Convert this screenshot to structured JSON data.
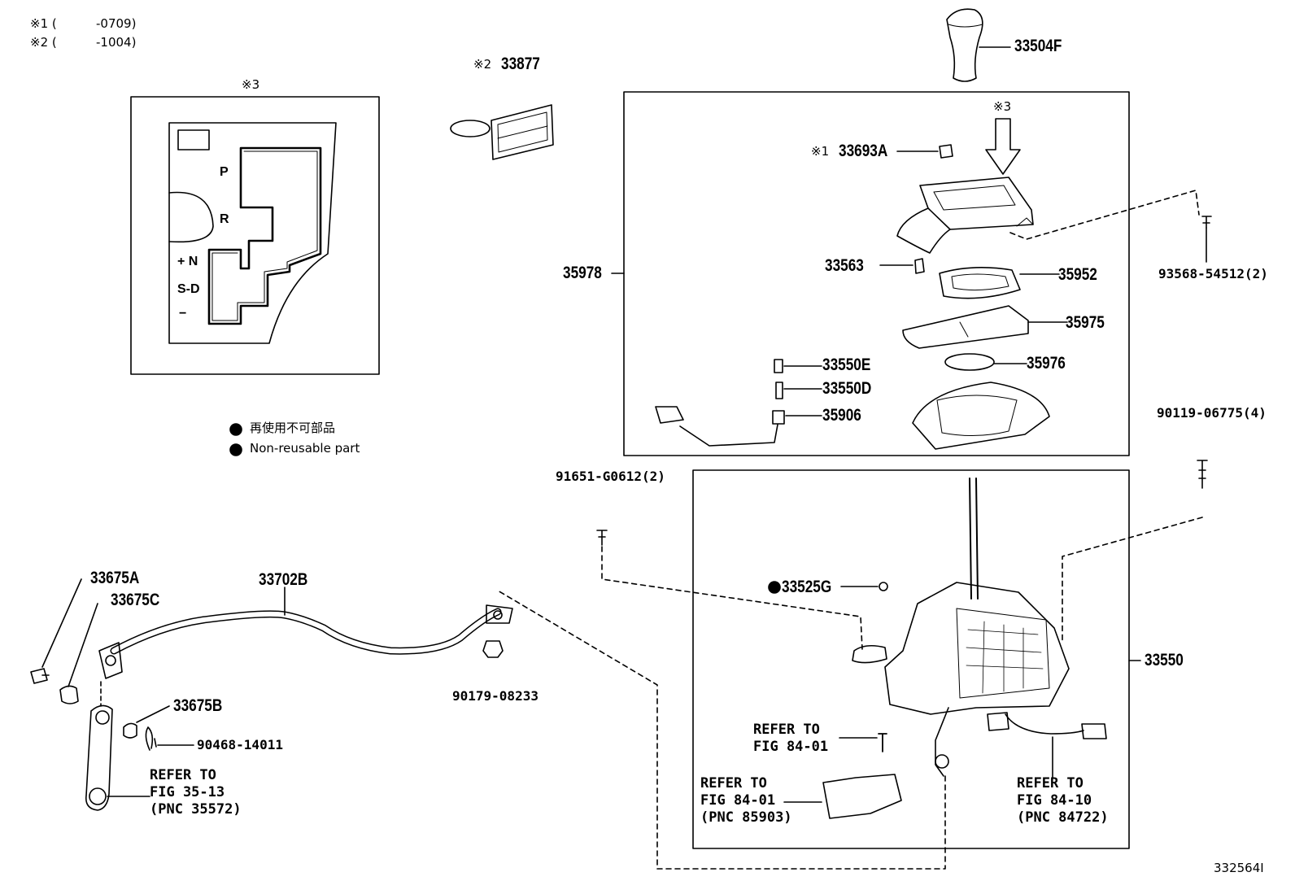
{
  "notes": {
    "note1_marker": "※1 (",
    "note1_range": "-0709)",
    "note2_marker": "※2 (",
    "note2_range": "-1004)"
  },
  "inset": {
    "marker": "※3",
    "gate_labels": [
      "P",
      "R",
      "+ N",
      "S-D",
      "−"
    ]
  },
  "legend": {
    "jp": "再使用不可部品",
    "en": "Non-reusable part"
  },
  "parts": {
    "p33877_marker": "※2",
    "p33877": "33877",
    "p33504F": "33504F",
    "p33693A_marker": "※1",
    "p33693A": "33693A",
    "p_arrow_marker": "※3",
    "p93568": "93568-54512(2)",
    "p35978": "35978",
    "p33563": "33563",
    "p35952": "35952",
    "p35975": "35975",
    "p33550E": "33550E",
    "p35976": "35976",
    "p33550D": "33550D",
    "p35906": "35906",
    "p90119": "90119-06775(4)",
    "p91651": "91651-G0612(2)",
    "p33525G": "33525G",
    "p33550": "33550",
    "p33675A": "33675A",
    "p33675C": "33675C",
    "p33702B": "33702B",
    "p33675B": "33675B",
    "p90468": "90468-14011",
    "p90179": "90179-08233"
  },
  "refs": {
    "fig35_13": "REFER TO\nFIG 35-13\n(PNC 35572)",
    "fig84_01_a": "REFER TO\nFIG 84-01",
    "fig84_01_b": "REFER TO\nFIG 84-01\n(PNC 85903)",
    "fig84_10": "REFER TO\nFIG 84-10\n(PNC 84722)"
  },
  "figure_id": "332564I"
}
